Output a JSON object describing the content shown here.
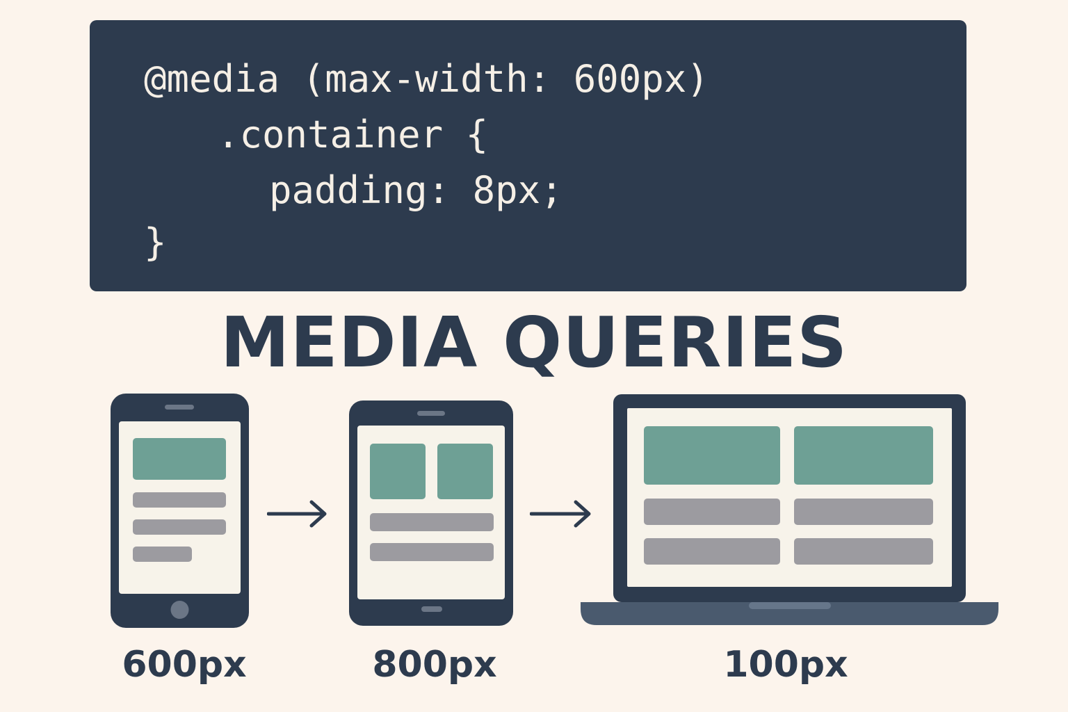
{
  "code": {
    "line1": "@media (max-width: 600px)",
    "line2": ".container {",
    "line3": "padding: 8px;",
    "line4": "}"
  },
  "title": "MEDIA QUERIES",
  "devices": [
    {
      "icon": "phone-icon",
      "label": "600px"
    },
    {
      "icon": "tablet-icon",
      "label": "800px"
    },
    {
      "icon": "laptop-icon",
      "label": "100px"
    }
  ],
  "colors": {
    "background": "#fcf4ec",
    "dark": "#2d3b4e",
    "screen": "#f7f3ea",
    "accent_green": "#6ea095",
    "placeholder_gray": "#9c9ba0",
    "laptop_base": "#4a5a6e"
  }
}
